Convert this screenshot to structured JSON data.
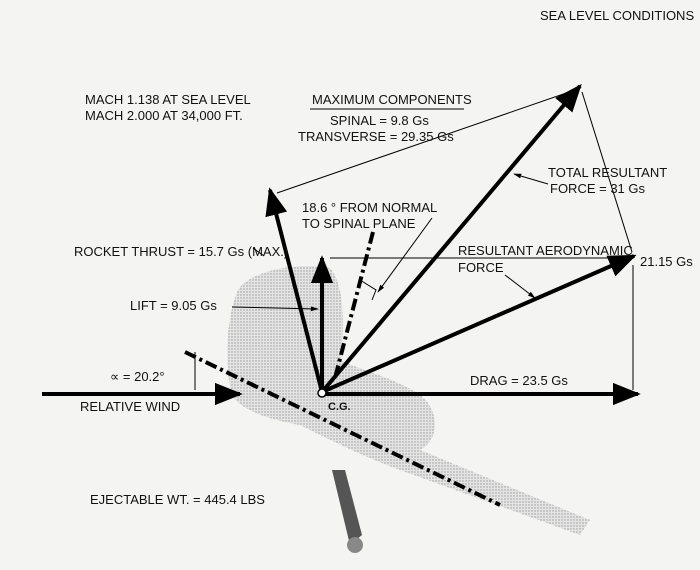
{
  "title": "SEA LEVEL CONDITIONS",
  "mach": [
    "MACH 1.138 AT SEA LEVEL",
    "MACH 2.000 AT 34,000 FT."
  ],
  "max_components": {
    "heading": "MAXIMUM COMPONENTS",
    "spinal": "SPINAL = 9.8 Gs",
    "transverse": "TRANSVERSE = 29.35 Gs"
  },
  "labels": {
    "total_resultant_1": "TOTAL RESULTANT",
    "total_resultant_2": "FORCE = 31 Gs",
    "from_normal_1": "18.6 ° FROM NORMAL",
    "from_normal_2": "TO SPINAL PLANE",
    "rocket_thrust": "ROCKET THRUST = 15.7 Gs (MAX.)",
    "resultant_aero_1": "RESULTANT AERODYNAMIC",
    "resultant_aero_2": "FORCE",
    "aero_value": "21.15 Gs",
    "lift": "LIFT = 9.05 Gs",
    "alpha": "∝ = 20.2°",
    "drag": "DRAG = 23.5 Gs",
    "relative_wind": "RELATIVE WIND",
    "cg": "C.G.",
    "ejectable_wt": "EJECTABLE WT. = 445.4 LBS"
  }
}
